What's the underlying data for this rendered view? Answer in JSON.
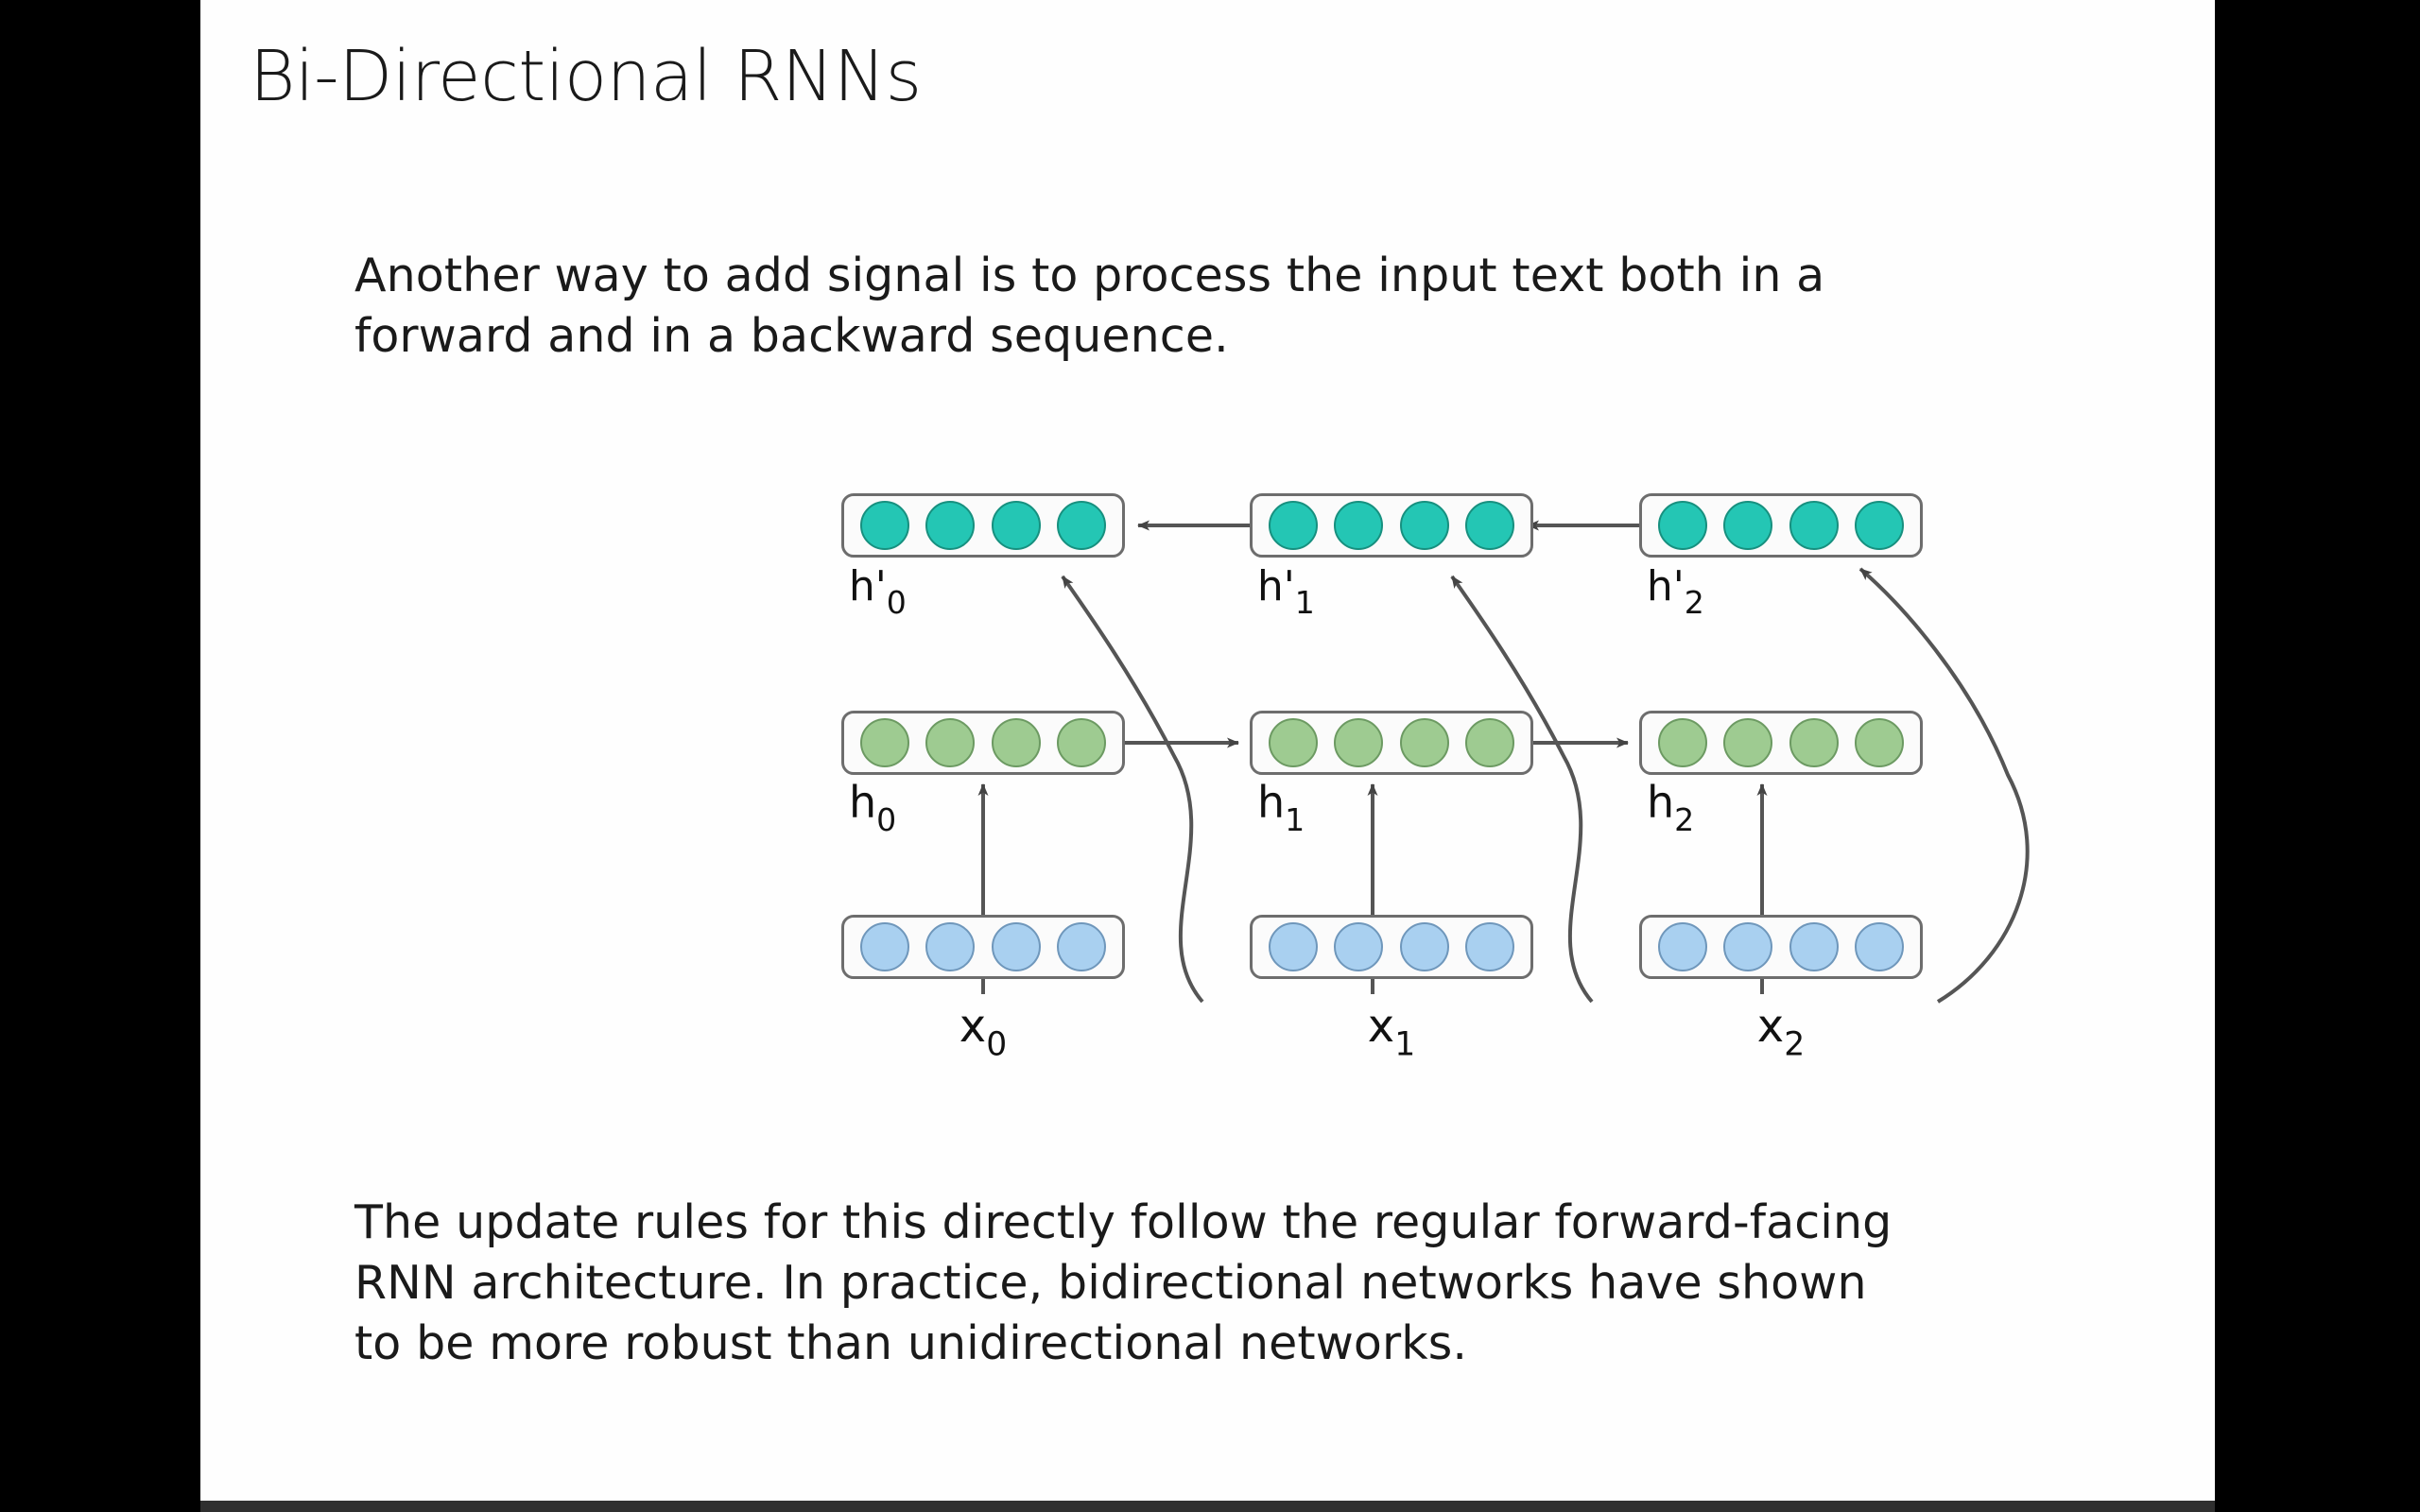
{
  "slide": {
    "title": "Bi-Directional RNNs",
    "intro_paragraph": {
      "line1": "Another way to add signal is to process the input text both in a",
      "line2": "forward and in a backward sequence."
    },
    "outro_paragraph": {
      "line1": "The update rules for this directly follow the regular forward-facing",
      "line2": "RNN architecture. In practice, bidirectional networks have shown",
      "line3": "to be more robust than unidirectional networks."
    }
  },
  "diagram": {
    "name": "bidirectional-rnn-unrolled",
    "timesteps": 3,
    "units_per_box": 4,
    "layers": [
      {
        "key": "backward_hidden",
        "role": "backward hidden state",
        "color": "#24c6b4",
        "labels": [
          "h'0",
          "h'1",
          "h'2"
        ],
        "label_base": "h'",
        "label_subs": [
          "0",
          "1",
          "2"
        ]
      },
      {
        "key": "forward_hidden",
        "role": "forward hidden state",
        "color": "#9ecb91",
        "labels": [
          "h0",
          "h1",
          "h2"
        ],
        "label_base": "h",
        "label_subs": [
          "0",
          "1",
          "2"
        ]
      },
      {
        "key": "input",
        "role": "input embedding",
        "color": "#a9d0f0",
        "labels": [
          "x0",
          "x1",
          "x2"
        ],
        "label_base": "x",
        "label_subs": [
          "0",
          "1",
          "2"
        ]
      }
    ],
    "labels": {
      "h_prime_0": {
        "base": "h",
        "prime": "'",
        "sub": "0"
      },
      "h_prime_1": {
        "base": "h",
        "prime": "'",
        "sub": "1"
      },
      "h_prime_2": {
        "base": "h",
        "prime": "'",
        "sub": "2"
      },
      "h_0": {
        "base": "h",
        "sub": "0"
      },
      "h_1": {
        "base": "h",
        "sub": "1"
      },
      "h_2": {
        "base": "h",
        "sub": "2"
      },
      "x_0": {
        "base": "x",
        "sub": "0"
      },
      "x_1": {
        "base": "x",
        "sub": "1"
      },
      "x_2": {
        "base": "x",
        "sub": "2"
      }
    },
    "edges": [
      {
        "from": "h'1",
        "to": "h'0",
        "direction": "leftward"
      },
      {
        "from": "h'2",
        "to": "h'1",
        "direction": "leftward"
      },
      {
        "from": "h0",
        "to": "h1",
        "direction": "rightward"
      },
      {
        "from": "h1",
        "to": "h2",
        "direction": "rightward"
      },
      {
        "from": "x0",
        "to": "h0",
        "direction": "upward"
      },
      {
        "from": "x1",
        "to": "h1",
        "direction": "upward"
      },
      {
        "from": "x2",
        "to": "h2",
        "direction": "upward"
      },
      {
        "from": "x1",
        "to": "h'0",
        "direction": "curved"
      },
      {
        "from": "x2",
        "to": "h'1",
        "direction": "curved"
      },
      {
        "from": "x2",
        "to": "h'2",
        "direction": "curved"
      }
    ],
    "stroke_color": "#555555",
    "box_border_color": "#6d6d6d"
  },
  "colors": {
    "background": "#000000",
    "slide_background": "#fefefe",
    "text": "#1a1a1a",
    "teal": "#24c6b4",
    "green": "#9ecb91",
    "blue": "#a9d0f0"
  }
}
